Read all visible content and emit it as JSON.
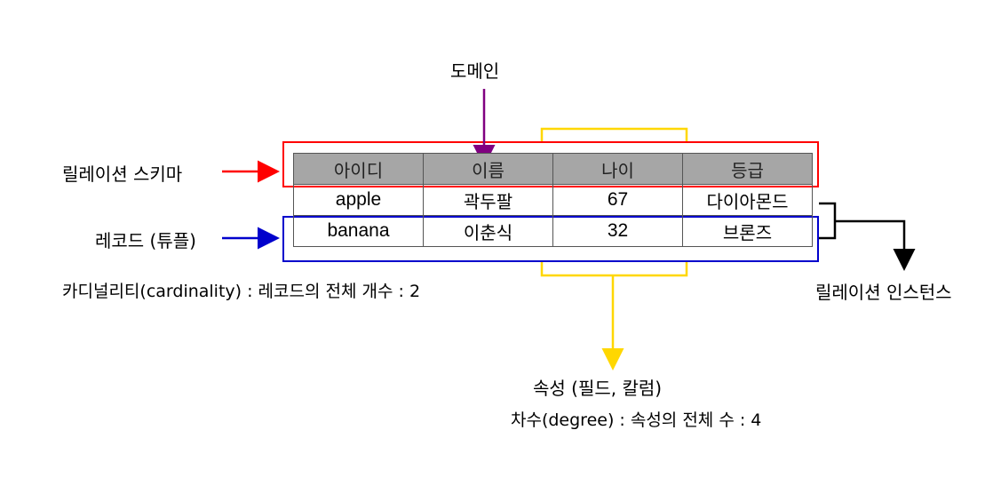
{
  "labels": {
    "domain": "도메인",
    "schema": "릴레이션 스키마",
    "record": "레코드 (튜플)",
    "cardinality": "카디널리티(cardinality) : 레코드의 전체 개수 : 2",
    "instance": "릴레이션 인스턴스",
    "attribute": "속성 (필드, 칼럼)",
    "degree": "차수(degree) : 속성의 전체 수 : 4"
  },
  "table": {
    "headers": [
      "아이디",
      "이름",
      "나이",
      "등급"
    ],
    "rows": [
      [
        "apple",
        "곽두팔",
        "67",
        "다이아몬드"
      ],
      [
        "banana",
        "이춘식",
        "32",
        "브론즈"
      ]
    ]
  },
  "colors": {
    "schema_box": "#ff0000",
    "record_box": "#0000cc",
    "domain_arrow": "#800080",
    "attribute_box": "#ffd700",
    "header_fill": "#a6a6a6"
  }
}
